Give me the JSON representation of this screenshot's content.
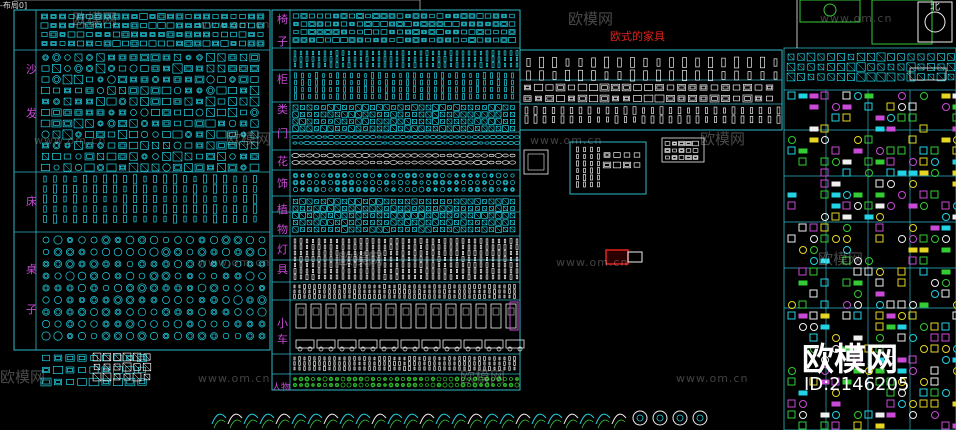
{
  "tab_title": "-布局0]",
  "compass_label": "北",
  "section_title": "欧式的家具",
  "left_vertical_labels": [
    "沙",
    "发",
    "床",
    "桌",
    "子"
  ],
  "middle_vertical_labels": [
    "椅",
    "子",
    "柜",
    "类",
    "门",
    "花",
    "饰",
    "植",
    "物",
    "灯",
    "具",
    "小",
    "车",
    "人物"
  ],
  "watermark_url": "www.om.cn",
  "watermark_brand": "欧模网",
  "brand_big": "欧模网",
  "brand_id": "ID:2146205",
  "colors": {
    "background": "#000000",
    "cyan": "#22d3e6",
    "frame": "#2fb8c9",
    "white": "#f0f0f0",
    "green": "#33cc33",
    "yellow": "#e6d622",
    "magenta": "#c84ad6",
    "red": "#e0241c"
  }
}
